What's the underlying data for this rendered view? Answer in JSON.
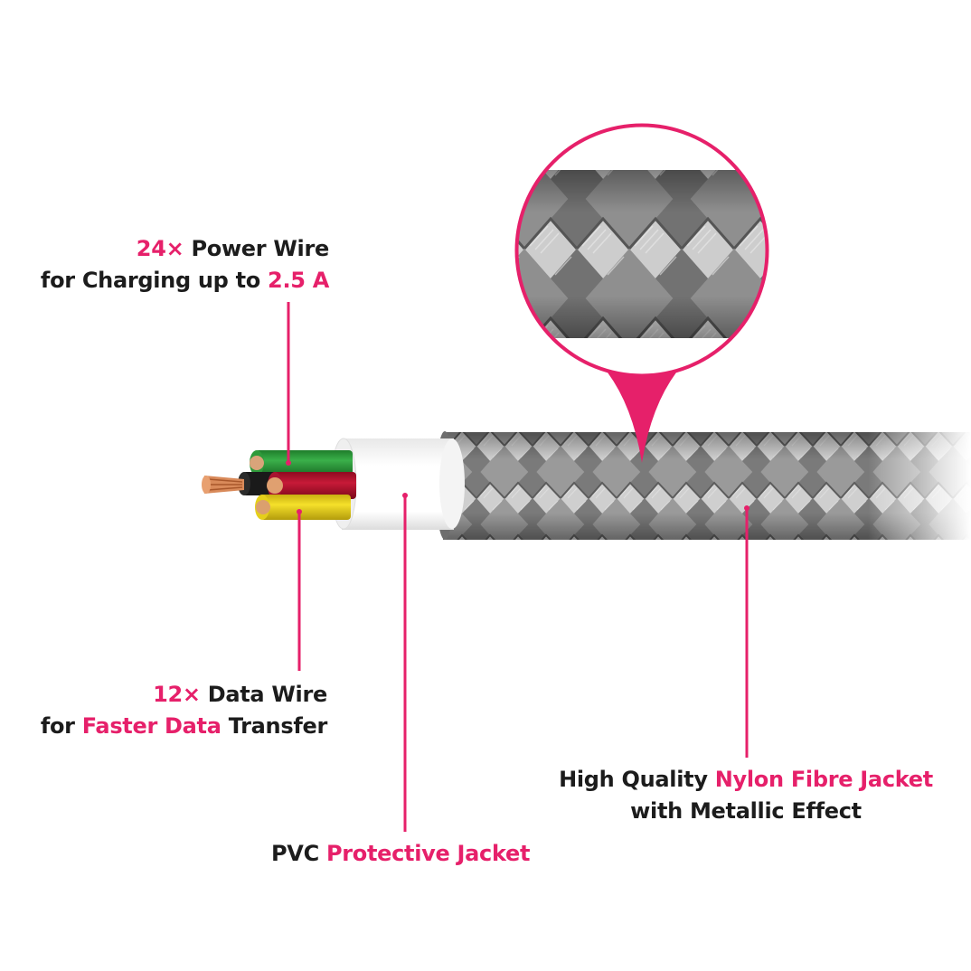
{
  "labels": {
    "power": {
      "line1_hl": "24×",
      "line1_text": " Power Wire",
      "line2_text": "for Charging up to ",
      "line2_hl": "2.5 A"
    },
    "data": {
      "line1_hl": "12×",
      "line1_text": " Data Wire",
      "line2_text": "for ",
      "line2_hl": "Faster Data",
      "line2_text2": " Transfer"
    },
    "pvc": {
      "text": "PVC ",
      "hl": "Protective Jacket"
    },
    "nylon": {
      "line1_text": "High Quality ",
      "line1_hl": "Nylon Fibre Jacket",
      "line2_text": "with Metallic Effect"
    }
  },
  "colors": {
    "accent": "#e6206a",
    "text": "#1c1c1c",
    "wire_green": "#2e9a3a",
    "wire_red": "#b0102a",
    "wire_yellow": "#e5cf1a",
    "wire_black": "#1a1a1a",
    "copper": "#d98a5a",
    "pvc_white": "#ffffff",
    "braid_grey": "#8d8d8d"
  },
  "icons": [
    "braided-cable-illustration",
    "magnifier-callout",
    "copper-core",
    "colored-wires"
  ]
}
